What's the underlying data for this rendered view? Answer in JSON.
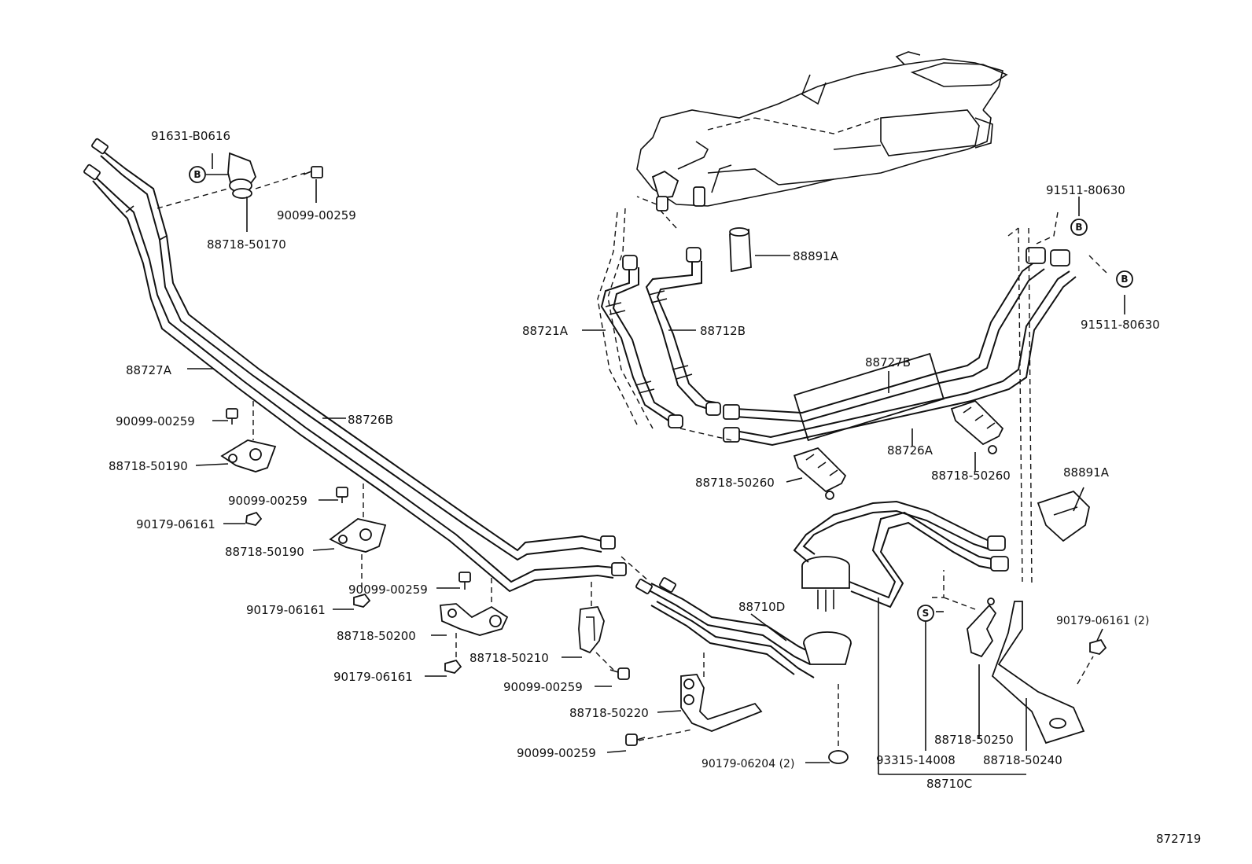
{
  "diagram_number": "872719",
  "badges": {
    "b": "B",
    "s": "S"
  },
  "labels": {
    "p91631_b0616": "91631-B0616",
    "p90099_00259_a": "90099-00259",
    "p88718_50170": "88718-50170",
    "p88727a": "88727A",
    "p88726b": "88726B",
    "p90099_00259_b": "90099-00259",
    "p88718_50190_a": "88718-50190",
    "p90099_00259_c": "90099-00259",
    "p90179_06161_a": "90179-06161",
    "p88718_50190_b": "88718-50190",
    "p90099_00259_d": "90099-00259",
    "p90179_06161_b": "90179-06161",
    "p88718_50200": "88718-50200",
    "p88718_50210": "88718-50210",
    "p90179_06161_c": "90179-06161",
    "p90099_00259_e": "90099-00259",
    "p88718_50220": "88718-50220",
    "p90099_00259_f": "90099-00259",
    "p90179_06204": "90179-06204 (2)",
    "p88710d": "88710D",
    "p88721a": "88721A",
    "p88712b": "88712B",
    "p88891a_top": "88891A",
    "p91511_80630_a": "91511-80630",
    "p91511_80630_b": "91511-80630",
    "p88727b": "88727B",
    "p88726a": "88726A",
    "p88718_50260_a": "88718-50260",
    "p88718_50260_b": "88718-50260",
    "p88891a_right": "88891A",
    "p90179_06161_d": "90179-06161 (2)",
    "p88718_50250": "88718-50250",
    "p93315_14008": "93315-14008",
    "p88718_50240": "88718-50240",
    "p88710c": "88710C"
  }
}
